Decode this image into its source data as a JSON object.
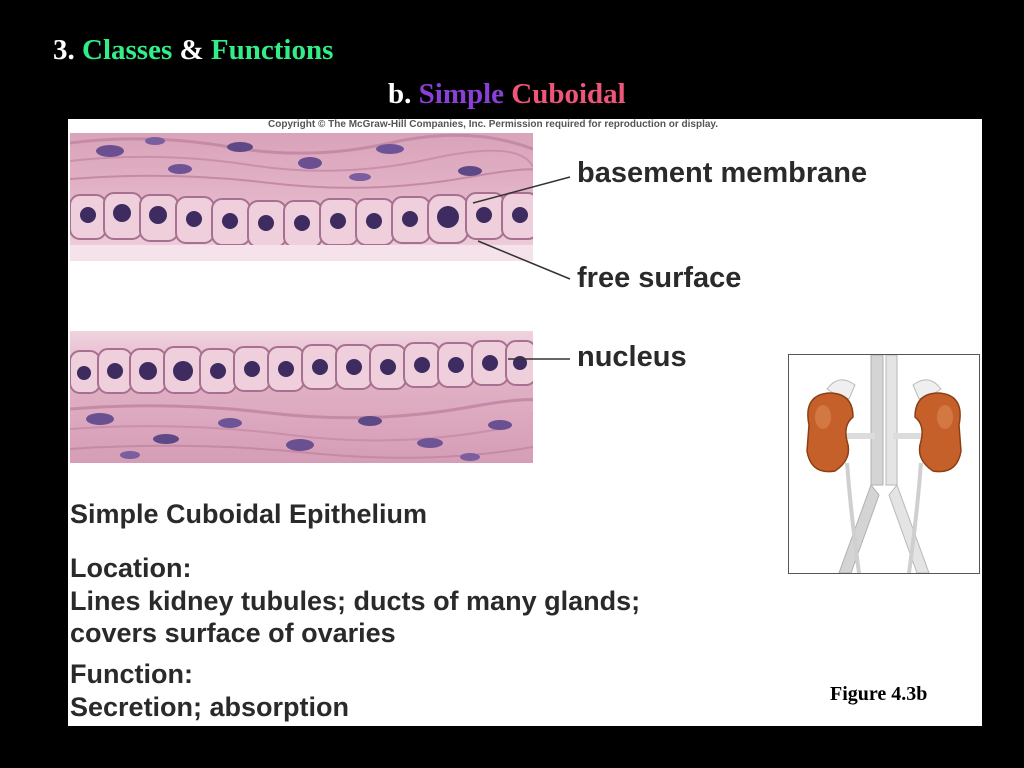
{
  "heading": {
    "number": "3.",
    "word1": "Classes",
    "amp": "&",
    "word2": "Functions",
    "sub_letter": "b.",
    "sub_word1": "Simple",
    "sub_word2": "Cuboidal"
  },
  "figure": {
    "copyright": "Copyright © The McGraw-Hill Companies, Inc. Permission required for reproduction or display.",
    "labels": {
      "basement": "basement membrane",
      "free": "free surface",
      "nucleus": "nucleus"
    },
    "title": "Simple Cuboidal Epithelium",
    "location_heading": "Location:",
    "location_line1": "Lines kidney tubules; ducts of many glands;",
    "location_line2": "covers surface of ovaries",
    "function_heading": "Function:",
    "function_line1": "Secretion; absorption",
    "reference": "Figure 4.3b"
  },
  "colors": {
    "background": "#000000",
    "green_text": "#33ee88",
    "purple_text": "#8a3fd6",
    "pink_text": "#ee5577",
    "tissue_pink": "#e6b4c6",
    "nucleus_purple": "#4a3570",
    "kidney_brown": "#c5602a"
  },
  "icons": [
    "micrograph-top",
    "micrograph-bottom",
    "kidney-illustration"
  ]
}
